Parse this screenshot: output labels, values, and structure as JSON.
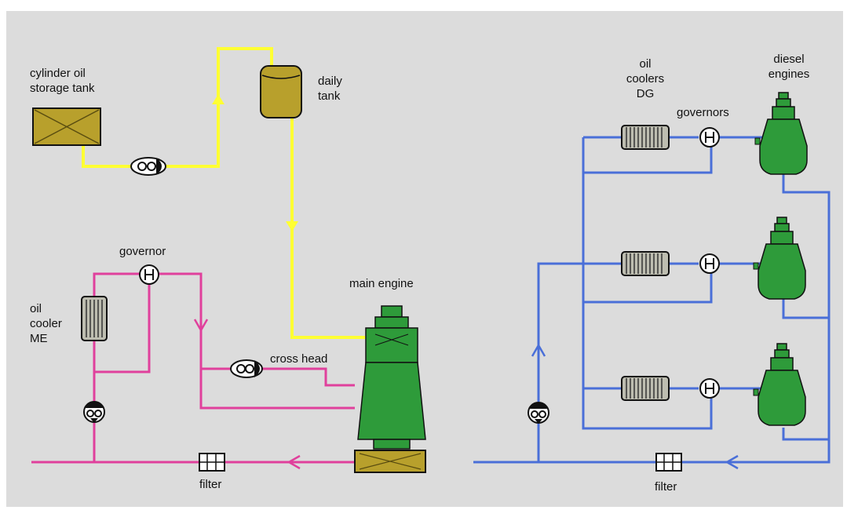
{
  "colors": {
    "background": "#dcdcdc",
    "cylinder_oil_line": "#ffff33",
    "main_engine_oil_line": "#e0409c",
    "diesel_oil_line": "#4a6fd8",
    "engine_green": "#2e9b3a",
    "tank_olive": "#b8a02c"
  },
  "labels": {
    "cylinder_oil_storage_tank": "cylinder oil\nstorage tank",
    "daily_tank": "daily\ntank",
    "governor_me": "governor",
    "main_engine": "main engine",
    "oil_cooler_me": "oil\ncooler\nME",
    "cross_head": "cross head",
    "filter_me": "filter",
    "oil_coolers_dg": "oil\ncoolers\nDG",
    "diesel_engines": "diesel\nengines",
    "governors": "governors",
    "filter_dg": "filter",
    "governor_symbol": "H"
  },
  "icons": [
    "pump-icon",
    "filter-icon",
    "governor-icon",
    "cooler-icon",
    "engine-icon",
    "tank-icon",
    "flow-arrow-icon"
  ]
}
